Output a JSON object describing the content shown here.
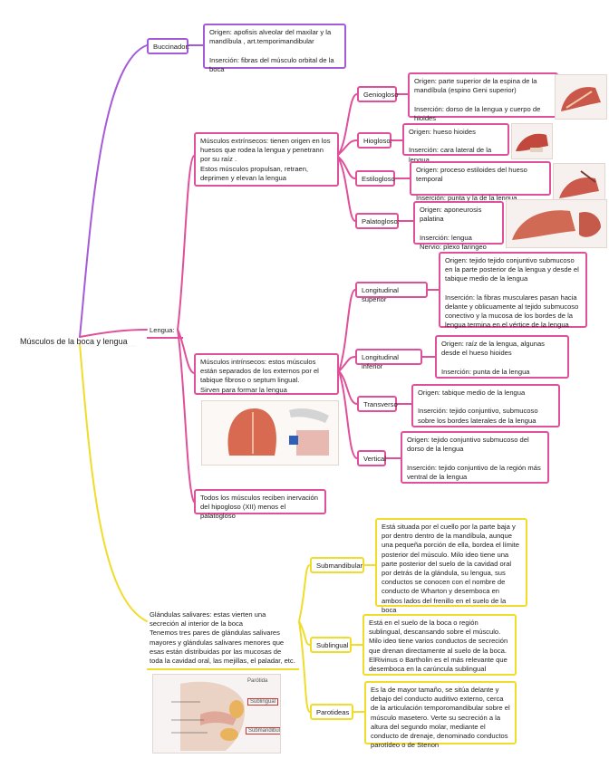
{
  "root": "Músculos de la boca y lengua",
  "buccinador": {
    "label": "Buccinador:",
    "detail": "Origen: apofisis alveolar del maxilar y la mandíbula , art.temporimandibular\n\nInserción: fibras del músculo orbital de la boca"
  },
  "lengua": {
    "label": "Lengua:",
    "extrinsecos": {
      "text": "Músculos extrínsecos: tienen origen en los huesos que rodea la lengua y penetrann por su raíz .\nEstos músculos propulsan, retraen, deprimen y elevan la lengua",
      "items": [
        {
          "label": "Geniogloso",
          "detail": "Origen: parte superior de la espina de la mandíbula (espino Geni superior)\n\nInserción: dorso de la lengua y cuerpo de hioides"
        },
        {
          "label": "Hiogloso:",
          "detail": "Origen: hueso hioides\n\nInserción: cara lateral de la lengua"
        },
        {
          "label": "Estilogloso",
          "detail": "Origen: proceso estiloides del hueso temporal\n\nInserción: punta y la de la lengua"
        },
        {
          "label": "Palatogloso:",
          "detail": "Origen: aponeurosis palatina\n\nInserción: lengua\nNervio: plexo faringeo"
        }
      ]
    },
    "intrinsecos": {
      "text": "Músculos intrínsecos: estos músculos están separados de los externos por el tabique fibroso o septum lingual.\nSirven para formar la lengua",
      "items": [
        {
          "label": "Longitudinal superior",
          "detail": "Origen: tejido tejido conjuntivo submucoso en la parte posterior de la lengua y desde el tabique medio de la lengua\n\nInserción: la fibras musculares pasan hacia delante y oblicuamente al tejido submucoso conectivo y la mucosa de los bordes de la lengua termina en el vértice de la lengua"
        },
        {
          "label": "Longitudinal inferior",
          "detail": "Origen: raíz de la lengua, algunas desde el hueso hioides\n\nInserción: punta de la lengua"
        },
        {
          "label": "Transverso",
          "detail": "Origen: tabique medio de la lengua\n\nInserción: tejido conjuntivo, submucoso sobre los bordes laterales de la lengua"
        },
        {
          "label": "Vertical",
          "detail": "Origen: tejido conjuntivo submucoso del dorso de la lengua\n\nInserción: tejido conjuntivo de la región más ventral de la lengua"
        }
      ]
    },
    "inervacion": "Todos los músculos reciben inervación del hipogloso (XII) menos el palatogloso"
  },
  "glandulas": {
    "text": "Glándulas salivares: estas vierten una secreción al interior de la boca\nTenemos tres pares de glándulas salivares mayores y glándulas salivares menores que esas están distribuidas por las mucosas de toda la cavidad oral, las mejillas, el paladar, etc.",
    "items": [
      {
        "label": "Submandibular",
        "detail": "Está situada por el cuello por la parte baja y por dentro dentro de la mandíbula, aunque una pequeña porción de ella, bordea el límite posterior del músculo. Milo ideo tiene una parte posterior del suelo de la cavidad oral por detrás de la glándula, su lengua, sus conductos se conocen con el nombre de conducto de Wharton y desemboca en ambos lados del frenillo en el suelo de la boca"
      },
      {
        "label": "Sublingual",
        "detail": "Está en el suelo de la boca o región sublingual, descansando sobre el músculo. Milo ideo tiene varios conductos de secreción que drenan directamente al suelo de la boca. ElRivinus o Bartholin  es el más relevante que desemboca en la carúncula sublingual"
      },
      {
        "label": "Parotideas",
        "detail": "Es la de mayor tamaño, se sitúa delante y debajo del conducto auditivo externo, cerca de la articulación temporomandibular sobre el músculo masetero. Verte su secreción a la altura del segundo molar, mediante el conducto de drenaje, denominado conductos parotídeo o de Stenon"
      }
    ],
    "figure_labels": [
      "Parótida",
      "Sublingual",
      "Submandibular"
    ]
  },
  "colors": {
    "purple": "#a55bd8",
    "pink": "#e0509a",
    "yellow": "#f0dc2a"
  }
}
